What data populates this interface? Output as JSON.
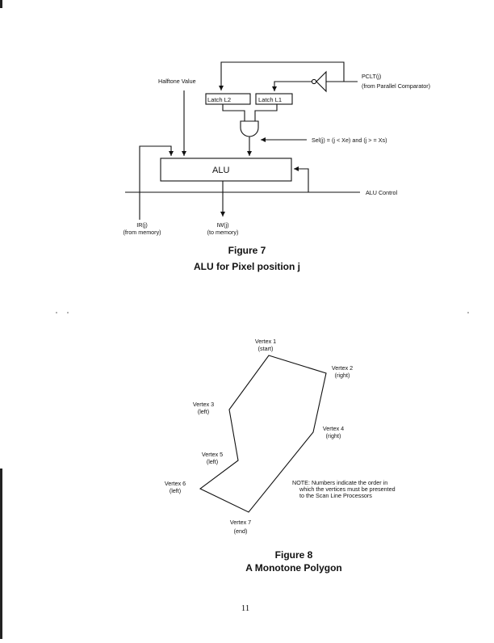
{
  "figure7": {
    "labels": {
      "halftone": "Halftone Value",
      "pclt": "PCLT(j)",
      "pclt_src": "(from Parallel Comparator)",
      "latch_l2": "Latch L2",
      "latch_l1": "Latch L1",
      "sel": "Sel(j)  =  (j  < Xe) and (j > = Xs)",
      "alu": "ALU",
      "alu_control": "ALU Control",
      "ir": "IR(j)",
      "ir_src": "(from memory)",
      "iw": "IW(j)",
      "iw_dst": "(to memory)"
    },
    "caption_number": "Figure 7",
    "caption_title": "ALU for Pixel position j"
  },
  "figure8": {
    "vertices": [
      {
        "name": "Vertex 1",
        "note": "(start)"
      },
      {
        "name": "Vertex 2",
        "note": "(right)"
      },
      {
        "name": "Vertex 3",
        "note": "(left)"
      },
      {
        "name": "Vertex 4",
        "note": "(right)"
      },
      {
        "name": "Vertex 5",
        "note": "(left)"
      },
      {
        "name": "Vertex 6",
        "note": "(left)"
      },
      {
        "name": "Vertex 7",
        "note": "(end)"
      }
    ],
    "note_lines": [
      "NOTE: Numbers indicate the order in",
      "which the vertices must be presented",
      "to the Scan Line Processors"
    ],
    "caption_number": "Figure 8",
    "caption_title": "A Monotone Polygon"
  },
  "page_number": "11"
}
